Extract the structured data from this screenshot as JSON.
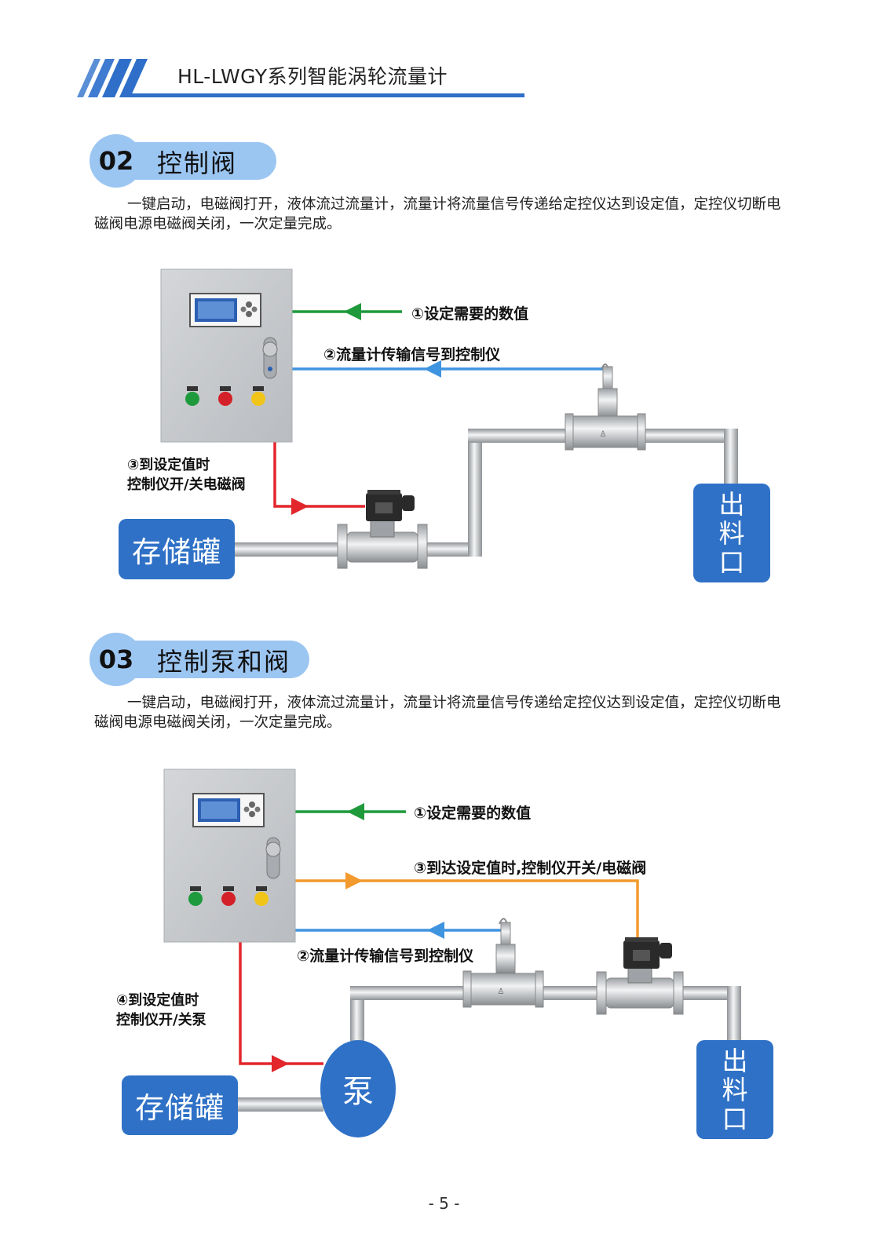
{
  "header": {
    "title": "HL-LWGY系列智能涡轮流量计"
  },
  "section2": {
    "number": "02",
    "title": "控制阀",
    "paragraph": "一键启动，电磁阀打开，液体流过流量计，流量计将流量信号传递给定控仪达到设定值，定控仪切断电磁阀电源电磁阀关闭，一次定量完成。",
    "diagram": {
      "label1": "①设定需要的数值",
      "label2": "②流量计传输信号到控制仪",
      "label3_line1": "③到设定值时",
      "label3_line2": "控制仪开/关电磁阀",
      "tank": "存储罐",
      "outlet": [
        "出",
        "料",
        "口"
      ]
    }
  },
  "section3": {
    "number": "03",
    "title": "控制泵和阀",
    "paragraph": "一键启动，电磁阀打开，液体流过流量计，流量计将流量信号传递给定控仪达到设定值，定控仪切断电磁阀电源电磁阀关闭，一次定量完成。",
    "diagram": {
      "label1": "①设定需要的数值",
      "label2": "②流量计传输信号到控制仪",
      "label3": "③到达设定值时,控制仪开关/电磁阀",
      "label4_line1": "④到设定值时",
      "label4_line2": "控制仪开/关泵",
      "tank": "存储罐",
      "pump": "泵",
      "outlet": [
        "出",
        "料",
        "口"
      ]
    }
  },
  "footer": {
    "page": "- 5 -"
  },
  "colors": {
    "blue_box": "#2f71c6",
    "badge": "#9cc6f2",
    "green_line": "#1e9a3c",
    "blue_line": "#3f94e0",
    "red_line": "#e2262b",
    "orange_line": "#f29a2e"
  }
}
